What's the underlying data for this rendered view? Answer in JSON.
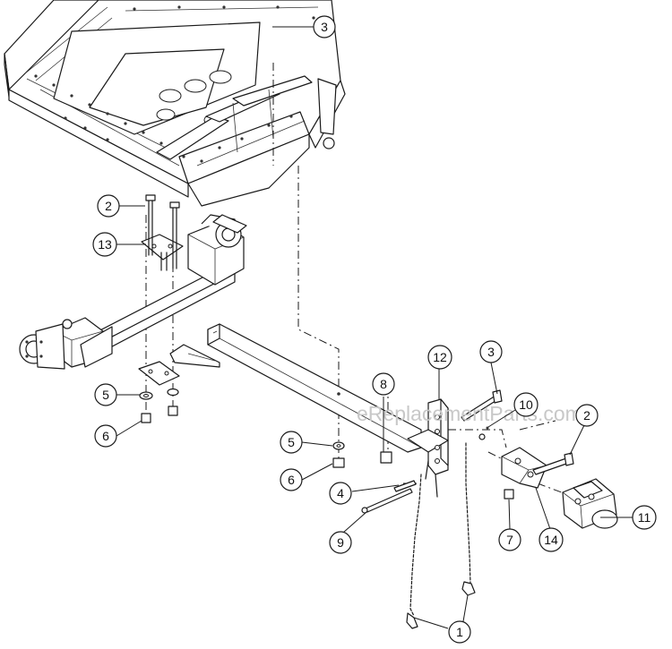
{
  "watermark": "eReplacementParts.com",
  "callouts": [
    {
      "label": "3"
    },
    {
      "label": "2"
    },
    {
      "label": "13"
    },
    {
      "label": "5"
    },
    {
      "label": "6"
    },
    {
      "label": "8"
    },
    {
      "label": "12"
    },
    {
      "label": "3"
    },
    {
      "label": "10"
    },
    {
      "label": "2"
    },
    {
      "label": "5"
    },
    {
      "label": "6"
    },
    {
      "label": "4"
    },
    {
      "label": "9"
    },
    {
      "label": "7"
    },
    {
      "label": "14"
    },
    {
      "label": "11"
    },
    {
      "label": "1"
    }
  ]
}
